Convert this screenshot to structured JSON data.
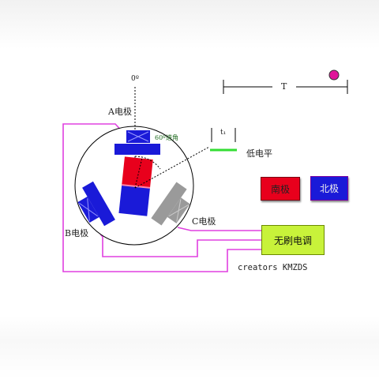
{
  "diagram": {
    "zero_angle_label": "0º",
    "phase_a_label": "A电极",
    "phase_b_label": "B电极",
    "phase_c_label": "C电极",
    "advance_angle_label": "60º进角",
    "period_label": "T",
    "t1_label": "t₁",
    "low_level_label": "低电平",
    "south_pole_label": "南极",
    "north_pole_label": "北极",
    "esc_label": "无刷电调",
    "credit": "creators KMZDS"
  },
  "colors": {
    "wire": "#e040e0",
    "winding_blue": "#1a1ad8",
    "winding_gray": "#9a9a9a",
    "rotor_red": "#e8001c",
    "rotor_blue": "#1a1ad8",
    "esc_green": "#c8f23a",
    "low_level_green": "#33dd33",
    "marker": "#e0169a"
  }
}
